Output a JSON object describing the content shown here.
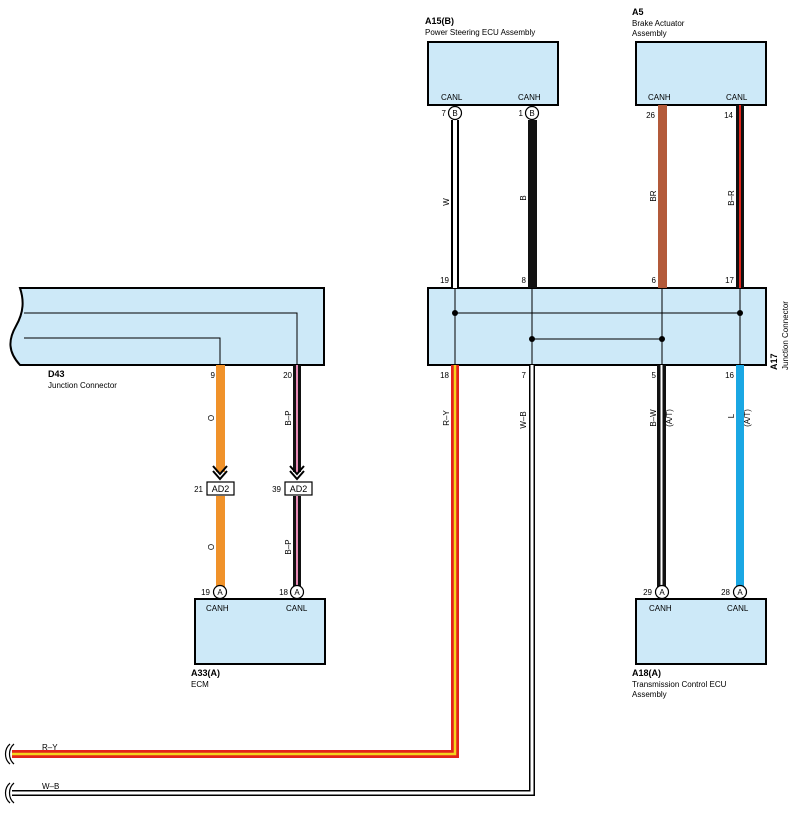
{
  "components": {
    "a15": {
      "code": "A15(B)",
      "name": "Power Steering ECU Assembly",
      "pin_l": "CANL",
      "pin_r": "CANH"
    },
    "a5": {
      "code": "A5",
      "name_1": "Brake Actuator",
      "name_2": "Assembly",
      "pin_l": "CANH",
      "pin_r": "CANL"
    },
    "d43": {
      "code": "D43",
      "name": "Junction Connector"
    },
    "a17": {
      "code": "A17",
      "name": "Junction Connector"
    },
    "a33": {
      "code": "A33(A)",
      "name": "ECM",
      "pin_l": "CANH",
      "pin_r": "CANL"
    },
    "a18": {
      "code": "A18(A)",
      "name_1": "Transmission Control ECU",
      "name_2": "Assembly",
      "pin_l": "CANH",
      "pin_r": "CANL"
    }
  },
  "pins": {
    "a15_canl": "7",
    "a15_canh": "1",
    "a5_canh": "26",
    "a5_canl": "14",
    "a17_19": "19",
    "a17_8": "8",
    "a17_6": "6",
    "a17_17": "17",
    "a17_18": "18",
    "a17_7": "7",
    "a17_5": "5",
    "a17_16": "16",
    "d43_9": "9",
    "d43_20": "20",
    "ad2_l": "21",
    "ad2_r": "39",
    "a33_canh": "19",
    "a33_canl": "18",
    "a18_canh": "29",
    "a18_canl": "28"
  },
  "connector_letters": {
    "b": "B",
    "a": "A"
  },
  "junction_label": "AD2",
  "wire_labels": {
    "w": "W",
    "b": "B",
    "br": "BR",
    "br2": "B–R",
    "ry": "R–Y",
    "wb": "W–B",
    "bw": "B–W",
    "l": "L",
    "at": "(A/T)",
    "o": "O",
    "bp": "B–P"
  },
  "colors": {
    "box_fill": "#cde9f8",
    "orange": "#f0922a",
    "red": "#e3231b",
    "yellow": "#f4d41d",
    "brown": "#b35a3a",
    "dark_red": "#8c1a1a",
    "blue": "#1aa7e3",
    "pink": "#e88bb5",
    "black": "#111111"
  }
}
